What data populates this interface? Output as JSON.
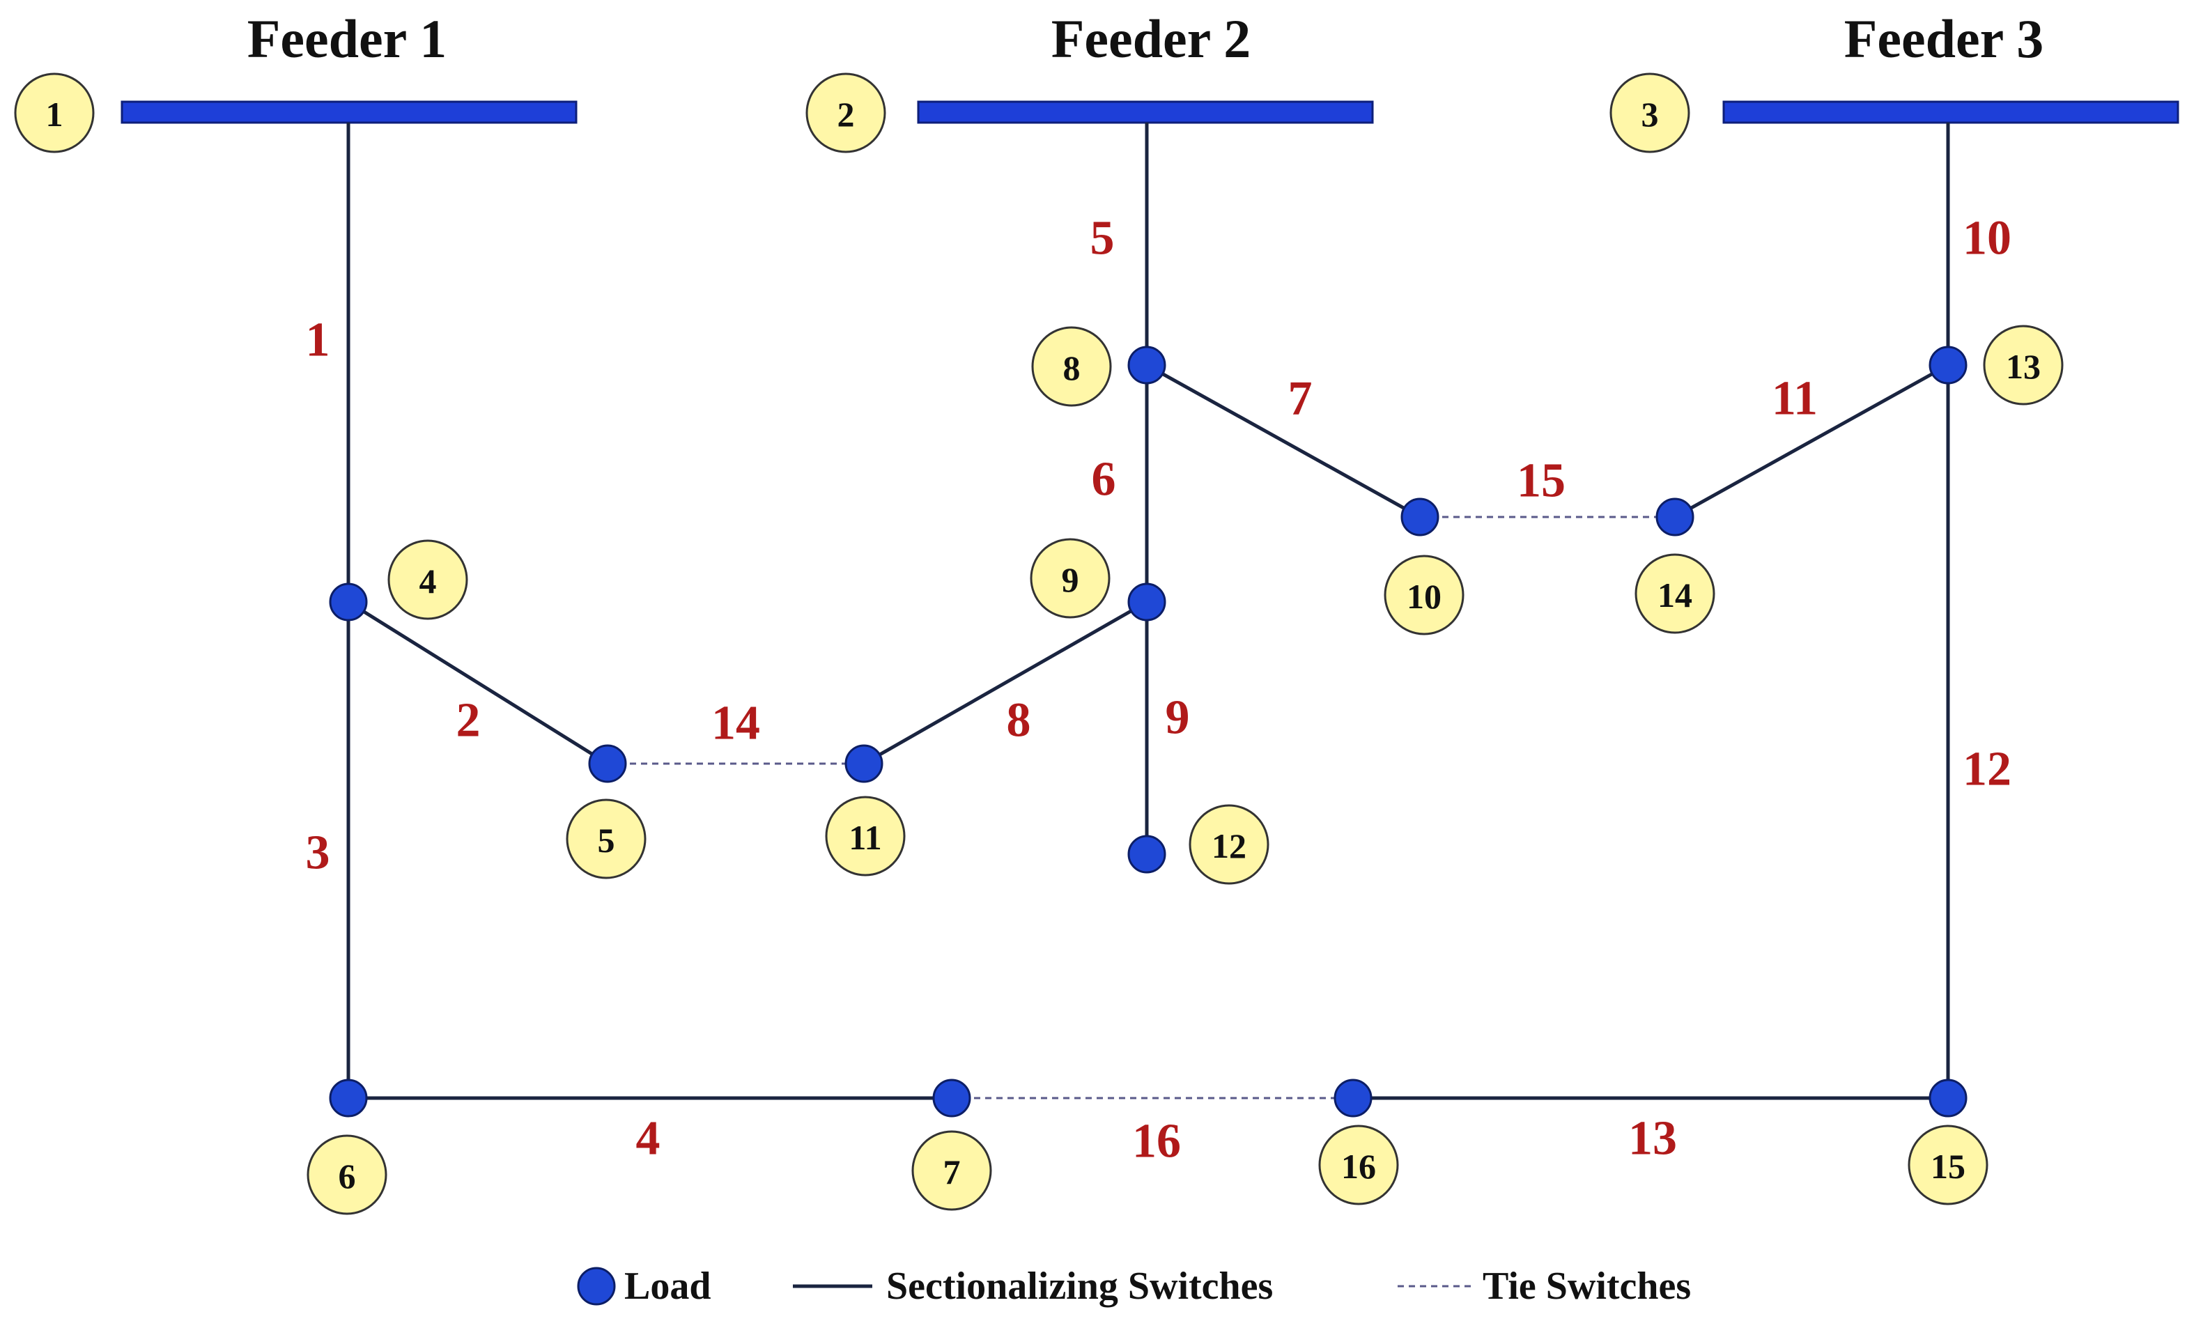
{
  "colors": {
    "feeder_bar": "#1e3fd8",
    "node_fill": "#1f48d6",
    "bus_circle": "#fff7a8",
    "switch_label": "#b01a1a",
    "line": "#1a2440",
    "tie_line": "#5a5a8a"
  },
  "feeders": [
    {
      "title": "Feeder 1",
      "bus": "1"
    },
    {
      "title": "Feeder 2",
      "bus": "2"
    },
    {
      "title": "Feeder 3",
      "bus": "3"
    }
  ],
  "buses": [
    "4",
    "5",
    "6",
    "7",
    "8",
    "9",
    "10",
    "11",
    "12",
    "13",
    "14",
    "15",
    "16"
  ],
  "switches": {
    "sectionalizing": [
      "1",
      "2",
      "3",
      "4",
      "5",
      "6",
      "7",
      "8",
      "9",
      "10",
      "11",
      "12",
      "13"
    ],
    "tie": [
      "14",
      "15",
      "16"
    ]
  },
  "legend": {
    "load": "Load",
    "sectionalizing": "Sectionalizing Switches",
    "tie": "Tie Switches"
  }
}
